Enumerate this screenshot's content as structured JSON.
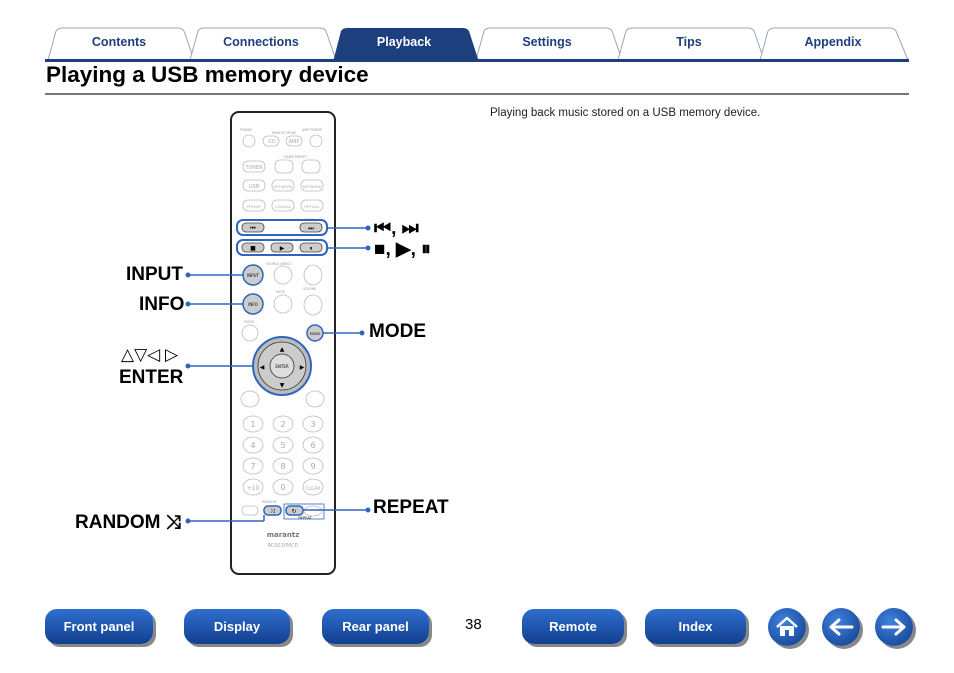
{
  "tabs": [
    {
      "label": "Contents",
      "active": false
    },
    {
      "label": "Connections",
      "active": false
    },
    {
      "label": "Playback",
      "active": true
    },
    {
      "label": "Settings",
      "active": false
    },
    {
      "label": "Tips",
      "active": false
    },
    {
      "label": "Appendix",
      "active": false
    }
  ],
  "page": {
    "title": "Playing a USB memory device",
    "intro": "Playing back music stored on a USB memory device.",
    "page_number": "38"
  },
  "callouts": {
    "skip": "⏮, ⏭",
    "transport": "■, ▶, ⏸",
    "input": "INPUT",
    "info": "INFO",
    "mode": "MODE",
    "arrows": "△▽◁ ▷",
    "enter": "ENTER",
    "random": "RANDOM ⤨",
    "repeat": "REPEAT"
  },
  "remote": {
    "brand": "marantz",
    "model": "RC001PMCD",
    "labels": {
      "power": "POWER",
      "amp_power": "AMP POWER",
      "remote_mode": "REMOTE MODE",
      "cd": "CD",
      "amp": "AMP",
      "tuner_preset": "TUNER PRESET",
      "tuner": "TUNER",
      "usb": "USB",
      "network": "NETWORK",
      "phono": "PHONO",
      "coaxial": "COAXIAL",
      "optical": "OPTICAL",
      "audio": "AUDIO",
      "source_direct": "SOURCE DIRECT",
      "input": "INPUT",
      "info": "INFO",
      "mute": "MUTE",
      "volume": "VOLUME",
      "mode": "MODE",
      "enter": "ENTER",
      "random": "RANDOM",
      "repeat": "REPEAT",
      "clear": "CLEAR",
      "plus10": "+10",
      "digits": [
        "1",
        "2",
        "3",
        "4",
        "5",
        "6",
        "7",
        "8",
        "9",
        "0"
      ]
    }
  },
  "bottom_nav": {
    "front_panel": "Front panel",
    "display": "Display",
    "rear_panel": "Rear panel",
    "remote": "Remote",
    "index": "Index"
  },
  "icons": {
    "home": "home-icon",
    "back": "arrow-left-icon",
    "forward": "arrow-right-icon"
  },
  "colors": {
    "tab_active": "#1e3f7d",
    "tab_text": "#1e3f7d",
    "button_blue": "#1f56b0",
    "highlight": "#2f65c0"
  }
}
